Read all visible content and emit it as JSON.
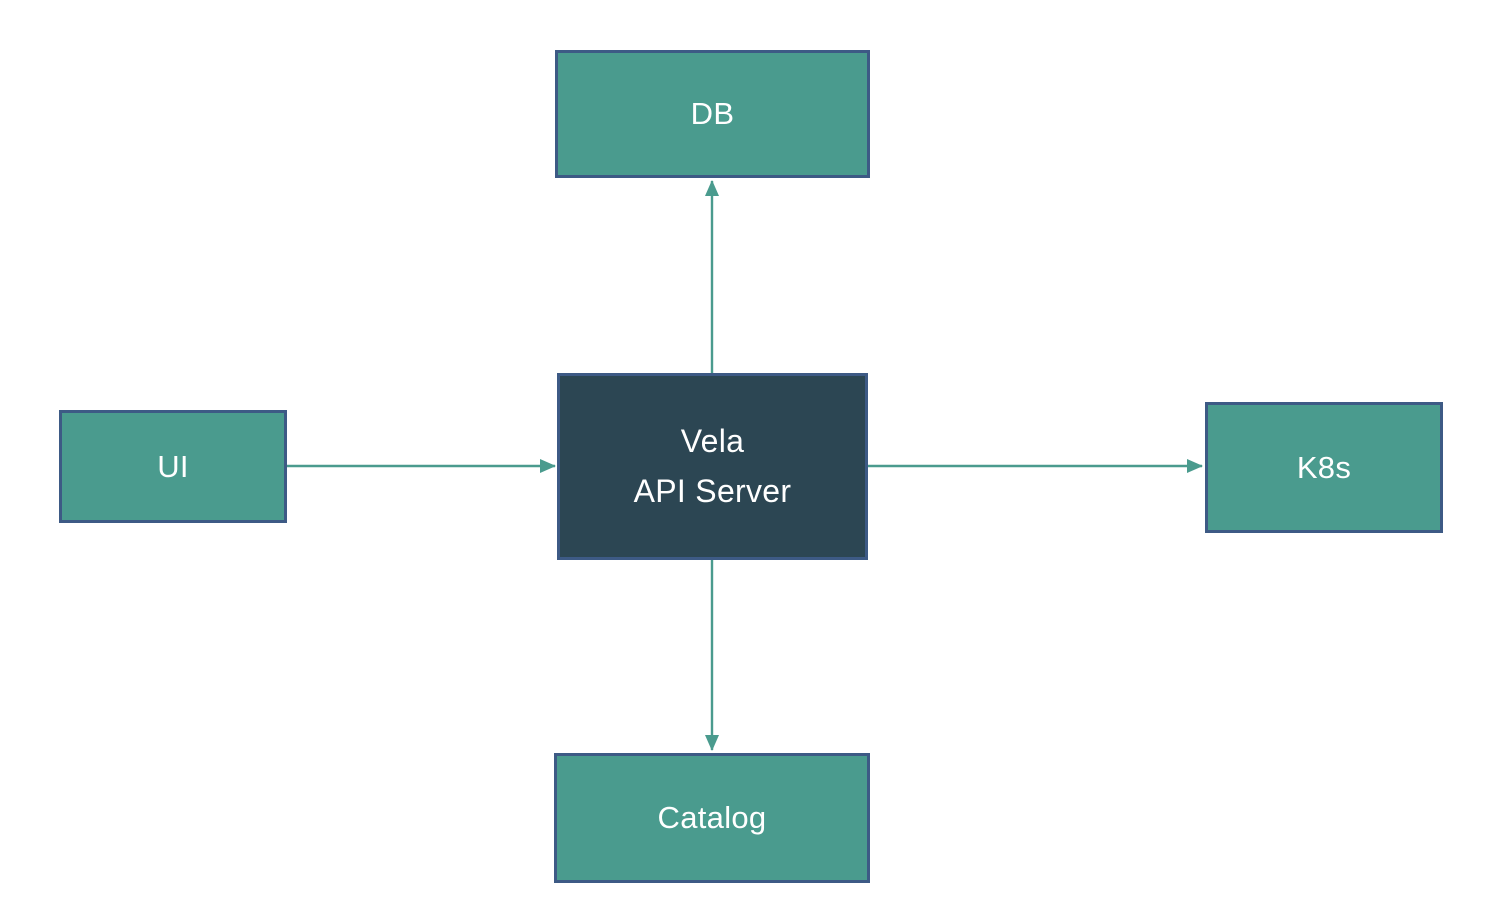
{
  "diagram_type": "architecture-diagram",
  "nodes": {
    "db": {
      "label": "DB"
    },
    "ui": {
      "label": "UI"
    },
    "k8s": {
      "label": "K8s"
    },
    "catalog": {
      "label": "Catalog"
    },
    "api_server": {
      "line1": "Vela",
      "line2": "API Server"
    }
  },
  "edges": [
    {
      "from": "api_server",
      "to": "db",
      "direction": "up"
    },
    {
      "from": "ui",
      "to": "api_server",
      "direction": "right"
    },
    {
      "from": "api_server",
      "to": "k8s",
      "direction": "right"
    },
    {
      "from": "api_server",
      "to": "catalog",
      "direction": "down"
    }
  ],
  "colors": {
    "node_fill": "#4A9B8E",
    "node_border": "#3D5A85",
    "center_fill": "#2C4653",
    "arrow": "#4A9B8E",
    "label_text": "#FFFFFF",
    "background": "#FFFFFF"
  }
}
